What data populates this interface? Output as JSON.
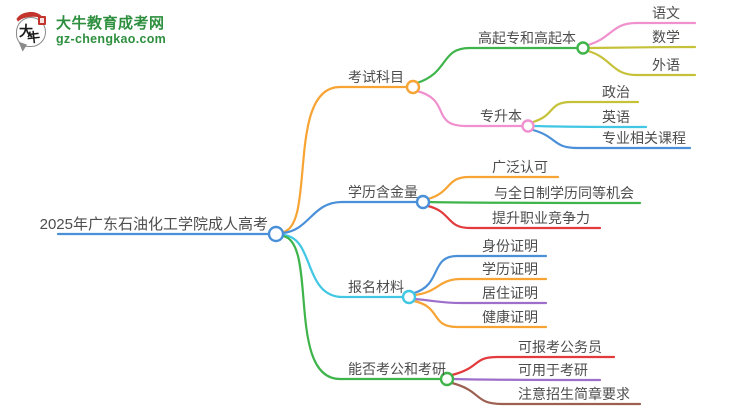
{
  "logo": {
    "mark_char_1": "大",
    "mark_char_2": "牛",
    "title": "大牛教育成考网",
    "url": "gz-chengkao.com"
  },
  "colors": {
    "blue": "#4a90d9",
    "orange": "#f7a434",
    "green": "#3eb44a",
    "pink": "#f090ce",
    "olive": "#c5c239",
    "cyan": "#41c7e3",
    "red": "#e23b3e",
    "purple": "#9d6fcb",
    "brown": "#9c5f50",
    "logo_green": "#2e8f3f",
    "label_text": "#4d4d4d"
  },
  "mindmap": {
    "root": {
      "label": "2025年广东石油化工学院成人高考"
    },
    "branches": [
      {
        "label": "考试科目",
        "children": [
          {
            "label": "高起专和高起本",
            "children": [
              {
                "label": "语文"
              },
              {
                "label": "数学"
              },
              {
                "label": "外语"
              }
            ]
          },
          {
            "label": "专升本",
            "children": [
              {
                "label": "政治"
              },
              {
                "label": "英语"
              },
              {
                "label": "专业相关课程"
              }
            ]
          }
        ]
      },
      {
        "label": "学历含金量",
        "children": [
          {
            "label": "广泛认可"
          },
          {
            "label": "与全日制学历同等机会"
          },
          {
            "label": "提升职业竞争力"
          }
        ]
      },
      {
        "label": "报名材料",
        "children": [
          {
            "label": "身份证明"
          },
          {
            "label": "学历证明"
          },
          {
            "label": "居住证明"
          },
          {
            "label": "健康证明"
          }
        ]
      },
      {
        "label": "能否考公和考研",
        "children": [
          {
            "label": "可报考公务员"
          },
          {
            "label": "可用于考研"
          },
          {
            "label": "注意招生简章要求"
          }
        ]
      }
    ]
  }
}
